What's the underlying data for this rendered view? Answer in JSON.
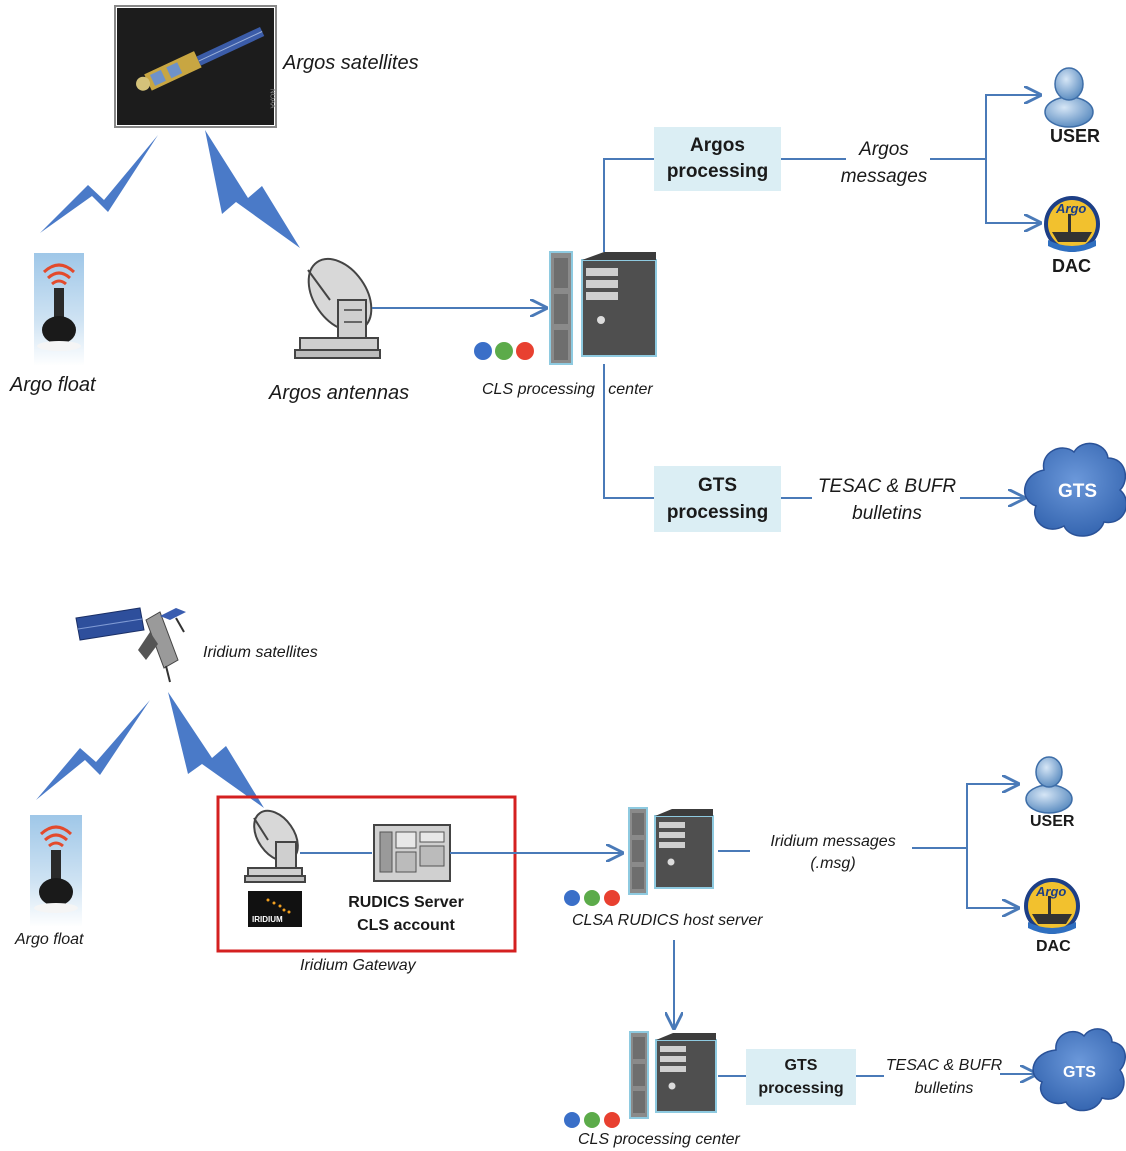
{
  "top": {
    "satellites_label": "Argos satellites",
    "float_label": "Argo float",
    "antennas_label": "Argos antennas",
    "center_label": "CLS processing   center",
    "argos_proc": [
      "Argos",
      "processing"
    ],
    "argos_messages": [
      "Argos",
      "messages"
    ],
    "gts_proc": [
      "GTS",
      "processing"
    ],
    "bulletins": [
      "TESAC & BUFR",
      "bulletins"
    ],
    "user_label": "USER",
    "dac_label": "DAC",
    "gts_cloud_label": "GTS",
    "noaa_mark": "NOAA"
  },
  "bottom": {
    "satellites_label": "Iridium satellites",
    "float_label": "Argo float",
    "gateway_label": "Iridium Gateway",
    "iridium_logo": "IRIDIUM",
    "server_label": [
      "RUDICS Server",
      "CLS account"
    ],
    "host_label": "CLSA RUDICS host server",
    "messages": [
      "Iridium messages",
      "(.msg)"
    ],
    "user_label": "USER",
    "dac_label": "DAC",
    "gts_proc": [
      "GTS",
      "processing"
    ],
    "bulletins": [
      "TESAC & BUFR",
      "bulletins"
    ],
    "gts_cloud_label": "GTS",
    "center_label": "CLS processing center"
  },
  "dac_logo_text": "Argo",
  "colors": {
    "arrow": "#4a7ab8",
    "bolt": "#4a7ac8",
    "proc_box": "#dbeef4",
    "cloud": "#3d6fc0",
    "gateway_border": "#d42020"
  }
}
